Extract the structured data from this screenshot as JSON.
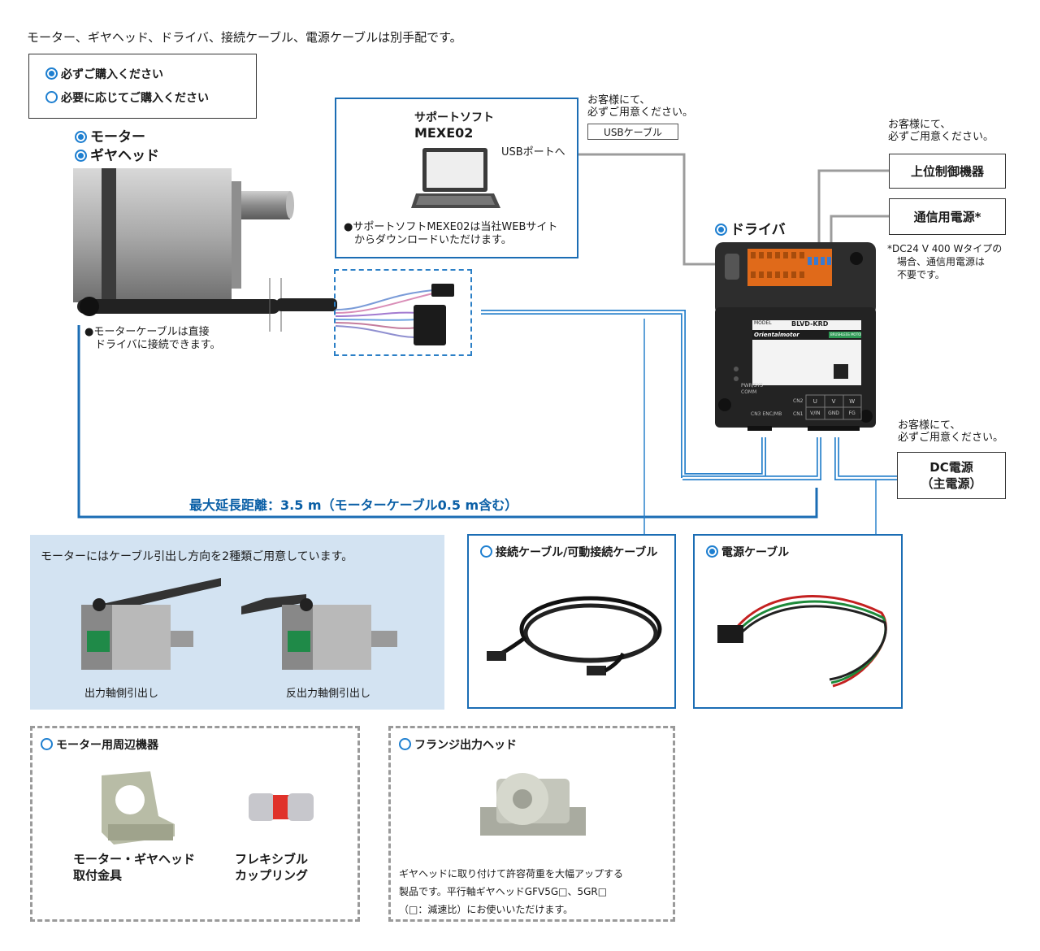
{
  "header_note": "モーター、ギヤヘッド、ドライバ、接続ケーブル、電源ケーブルは別手配です。",
  "legend": {
    "required": "必ずご購入ください",
    "optional": "必要に応じてご購入ください"
  },
  "motor": {
    "label1": "モーター",
    "label2": "ギヤヘッド",
    "note_line1": "●モーターケーブルは直接",
    "note_line2": "ドライバに接続できます。"
  },
  "software": {
    "title1": "サポートソフト",
    "title2": "MEXE02",
    "usb_port": "USBポートへ",
    "note_line1": "●サポートソフトMEXE02は当社WEBサイト",
    "note_line2": "からダウンロードいただけます。"
  },
  "usb": {
    "prepare_line1": "お客様にて、",
    "prepare_line2": "必ずご用意ください。",
    "cable_label": "USBケーブル"
  },
  "upper": {
    "prepare_line1": "お客様にて、",
    "prepare_line2": "必ずご用意ください。",
    "controller": "上位制御機器",
    "comm_power": "通信用電源",
    "comm_mark": "*",
    "footnote_line1": "*DC24 V 400 Wタイプの",
    "footnote_line2": "場合、通信用電源は",
    "footnote_line3": "不要です。"
  },
  "driver": {
    "label": "ドライバ",
    "model_label": "MODEL",
    "model": "BLVD-KRD",
    "brand": "Orientalmotor",
    "product": "BRUSHLESS MOTOR DRIVER",
    "led_label1": "PWR/SYS",
    "led_label2": "COMM",
    "cn3": "CN3 ENC/MB",
    "cn2": "CN2",
    "cn1": "CN1",
    "cn2_pins": [
      "U",
      "V",
      "W"
    ],
    "cn1_pins": [
      "V/IN",
      "GND",
      "FG"
    ]
  },
  "dc": {
    "prepare_line1": "お客様にて、",
    "prepare_line2": "必ずご用意ください。",
    "line1": "DC電源",
    "line2": "（主電源）"
  },
  "max_distance": "最大延長距離：3.5 m（モーターケーブル0.5 m含む）",
  "cable_direction": {
    "title": "モーターにはケーブル引出し方向を2種類ご用意しています。",
    "left": "出力軸側引出し",
    "right": "反出力軸側引出し"
  },
  "connection_cable": {
    "title": "接続ケーブル/可動接続ケーブル"
  },
  "power_cable": {
    "title": "電源ケーブル"
  },
  "peripherals": {
    "title": "モーター用周辺機器",
    "item1_line1": "モーター・ギヤヘッド",
    "item1_line2": "取付金具",
    "item2_line1": "フレキシブル",
    "item2_line2": "カップリング"
  },
  "flange": {
    "title": "フランジ出力ヘッド",
    "desc_line1": "ギヤヘッドに取り付けて許容荷重を大幅アップする",
    "desc_line2": "製品です。平行軸ギヤヘッドGFV5G□、5GR□",
    "desc_line3": "（□：減速比）にお使いいただけます。"
  },
  "colors": {
    "accent_blue": "#1b6db4",
    "light_blue_panel": "#d3e3f2",
    "gray_line": "#9a9a9a"
  }
}
